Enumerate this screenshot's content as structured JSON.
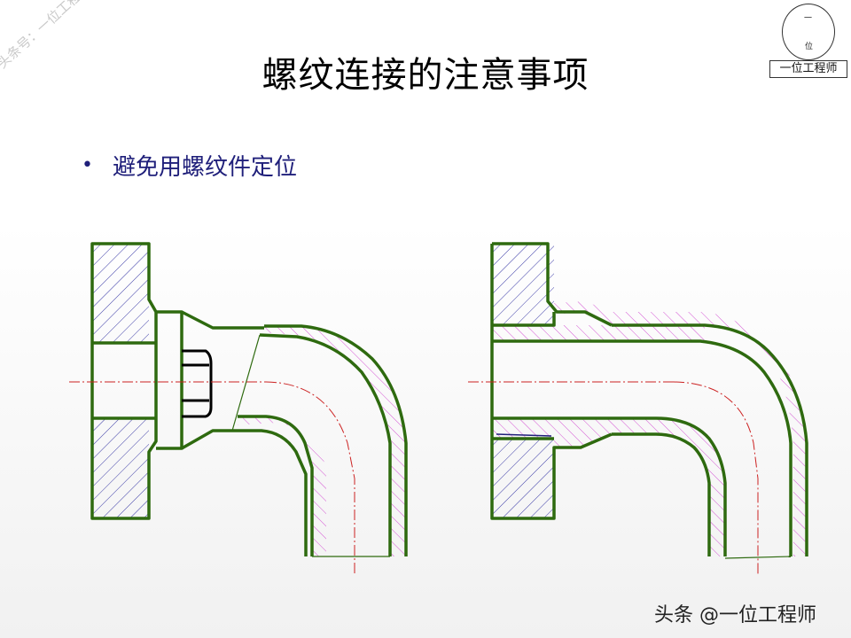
{
  "title": "螺纹连接的注意事项",
  "bullet": {
    "marker": "•",
    "text": "避免用螺纹件定位"
  },
  "watermark": "头条号：一位工程师",
  "logo": {
    "label": "一位工程师",
    "seal_chars": [
      "一",
      "位"
    ]
  },
  "credit": "头条 @一位工程师",
  "colors": {
    "outline": "#2e6a0f",
    "hatch_blue": "#3a3aa6",
    "hatch_magenta": "#d455d4",
    "centerline": "#cc2222",
    "text_blue": "#1f1f7a"
  },
  "icons": [
    "hex-nut-icon"
  ]
}
